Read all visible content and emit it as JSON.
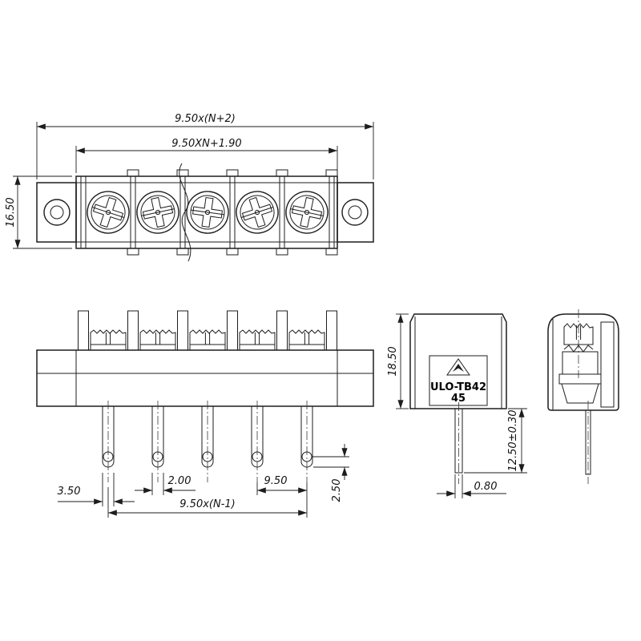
{
  "drawing": {
    "part_label": {
      "model": "ULO-TB42",
      "code": "45"
    },
    "top_view": {
      "dim_overall_width": "9.50x(N+2)",
      "dim_terminal_span": "9.50XN+1.90",
      "dim_height": "16.50"
    },
    "front_view": {
      "dim_pin_offset": "3.50",
      "dim_pin_width": "2.00",
      "dim_pitch": "9.50",
      "dim_pin_span": "9.50x(N-1)",
      "dim_hole_offset": "2.50"
    },
    "side_view": {
      "dim_body_height": "18.50",
      "dim_pin_length": "12.50±0.30",
      "dim_pin_thickness": "0.80"
    }
  }
}
